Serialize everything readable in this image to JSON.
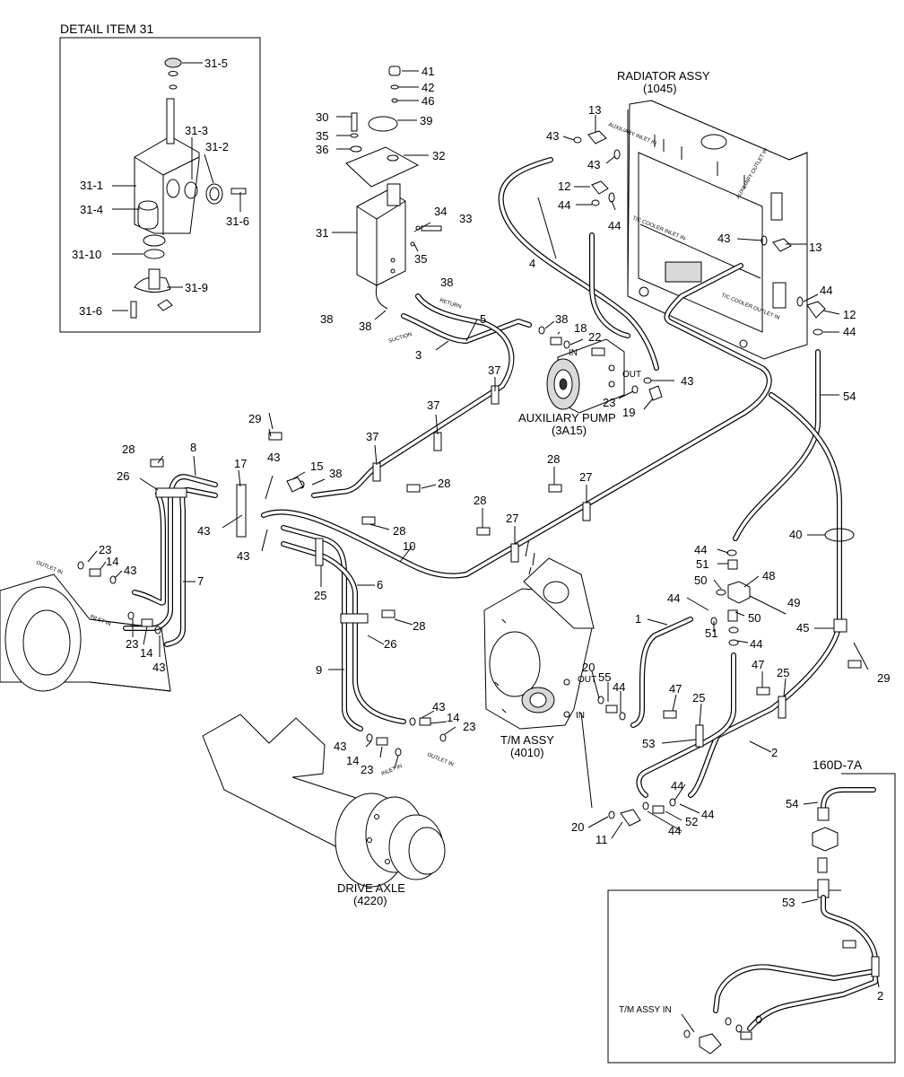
{
  "detail": {
    "title": "DETAIL ITEM 31"
  },
  "inset": {
    "title": "160D-7A",
    "tm_in_label": "T/M ASSY IN"
  },
  "assemblies": {
    "radiator": {
      "name": "RADIATOR ASSY",
      "code": "(1045)"
    },
    "pump": {
      "name": "AUXILIARY PUMP",
      "code": "(3A15)"
    },
    "tm": {
      "name": "T/M ASSY",
      "code": "(4010)"
    },
    "axle": {
      "name": "DRIVE AXLE",
      "code": "(4220)"
    }
  },
  "port_labels": {
    "out": "OUT",
    "in": "IN",
    "suction": "SUCTION",
    "return": "RETURN",
    "inlet": "INLET IN",
    "outlet": "OUTLET IN",
    "aux_in": "AUXILIARY INLET IN",
    "aux_out": "AUXILIARY OUTLET IN",
    "tc_in": "T/C COOLER INLET IN",
    "tc_out": "T/C COOLER OUTLET IN"
  },
  "callouts": {
    "c31_5": "31-5",
    "c31_3": "31-3",
    "c31_2": "31-2",
    "c31_1": "31-1",
    "c31_4": "31-4",
    "c31_6a": "31-6",
    "c31_10": "31-10",
    "c31_9": "31-9",
    "c31_6b": "31-6",
    "c41": "41",
    "c42": "42",
    "c46": "46",
    "c30": "30",
    "c39": "39",
    "c35a": "35",
    "c36": "36",
    "c32": "32",
    "c34": "34",
    "c33": "33",
    "c31": "31",
    "c35b": "35",
    "c38a": "38",
    "c38b": "38",
    "c5": "5",
    "c3": "3",
    "c38c": "38",
    "c18": "18",
    "c22": "22",
    "c37a": "37",
    "c23a": "23",
    "c43a": "43",
    "c19": "19",
    "c13a": "13",
    "c43b": "43",
    "c43c": "43",
    "c12a": "12",
    "c44a": "44",
    "c44b": "44",
    "c4": "4",
    "c43d": "43",
    "c13b": "13",
    "c44c": "44",
    "c12b": "12",
    "c44d": "44",
    "c54a": "54",
    "c29a": "29",
    "c37b": "37",
    "c37c": "37",
    "c28a": "28",
    "c8": "8",
    "c26a": "26",
    "c17": "17",
    "c43e": "43",
    "c15": "15",
    "c38d": "38",
    "c28b": "28",
    "c28c": "28",
    "c27a": "27",
    "c43f": "43",
    "c43g": "43",
    "c28d": "28",
    "c28e": "28",
    "c27b": "27",
    "c10": "10",
    "c23b": "23",
    "c14a": "14",
    "c43h": "43",
    "c7": "7",
    "c25a": "25",
    "c6": "6",
    "c26b": "26",
    "c28f": "28",
    "c23c": "23",
    "c14b": "14",
    "c43i": "43",
    "c9": "9",
    "c44e": "44",
    "c51a": "51",
    "c50a": "50",
    "c48": "48",
    "c49": "49",
    "c44f": "44",
    "c50b": "50",
    "c51b": "51",
    "c44g": "44",
    "c1": "1",
    "c40": "40",
    "c45": "45",
    "c29b": "29",
    "c20a": "20",
    "c55": "55",
    "c44h": "44",
    "c47a": "47",
    "c47b": "47",
    "c25b": "25",
    "c25c": "25",
    "c53a": "53",
    "c2a": "2",
    "c43j": "43",
    "c14c": "14",
    "c23d": "23",
    "c43k": "43",
    "c14d": "14",
    "c23e": "23",
    "c44i": "44",
    "c44j": "44",
    "c52": "52",
    "c44k": "44",
    "c20b": "20",
    "c11": "11",
    "c54b": "54",
    "c53b": "53",
    "c2b": "2"
  },
  "colors": {
    "ink": "#000000",
    "paper": "#ffffff",
    "shade": "#d9d9d9"
  }
}
